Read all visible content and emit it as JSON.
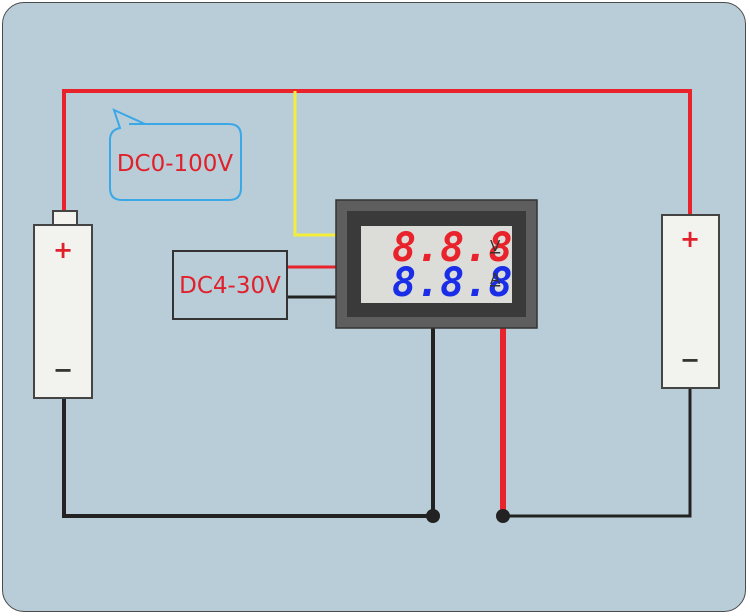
{
  "labels": {
    "input_voltage_range": "DC0-100V",
    "power_supply_range": "DC4-30V"
  },
  "meter": {
    "voltage_reading": "8.8.8",
    "current_reading": "8.8.8",
    "voltage_unit": "V",
    "current_unit": "A"
  },
  "left_battery": {
    "positive": "+",
    "negative": "−"
  },
  "right_battery": {
    "positive": "+",
    "negative": "−"
  },
  "colors": {
    "background": "#b9cdd8",
    "positive_wire": "#e8232b",
    "negative_wire": "#222222",
    "sense_wire": "#f4ee3a",
    "callout_border": "#3aa7e6",
    "voltage_digits": "#e8232b",
    "current_digits": "#1a2ee8"
  }
}
